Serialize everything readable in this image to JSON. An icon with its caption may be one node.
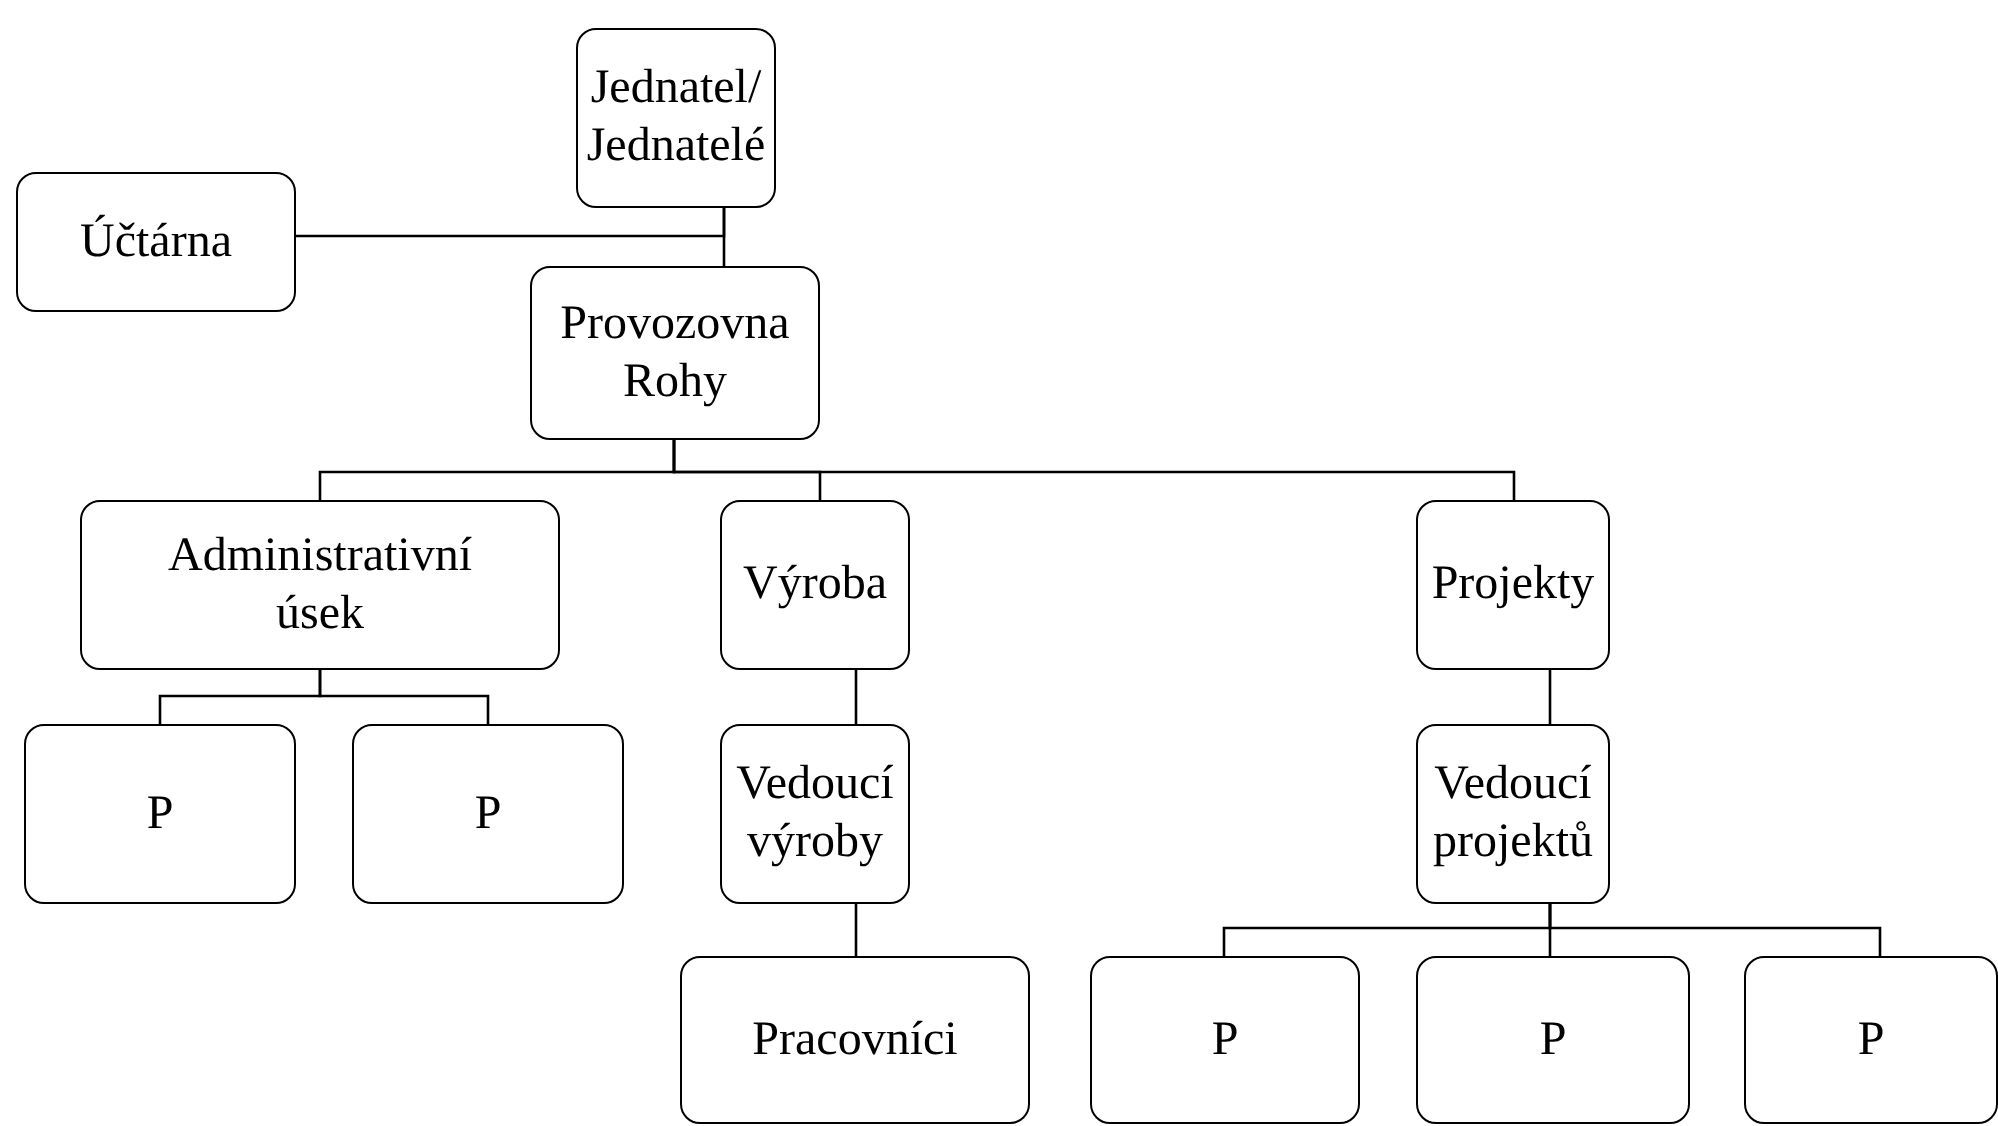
{
  "diagram": {
    "nodes": [
      {
        "text": [
          "Jednatel/ Jednatelé"
        ]
      },
      {
        "text": [
          "Účtárna"
        ]
      },
      {
        "text": [
          "Provozovna Rohy"
        ]
      },
      {
        "text": [
          "Administrativní úsek"
        ]
      },
      {
        "text": [
          "Výroba"
        ]
      },
      {
        "text": [
          "Projekty"
        ]
      },
      {
        "text": [
          "P"
        ]
      },
      {
        "text": [
          "P"
        ]
      },
      {
        "text": [
          "Vedoucí výroby"
        ]
      },
      {
        "text": [
          "Vedoucí projektů"
        ]
      },
      {
        "text": [
          "Pracovníci"
        ]
      },
      {
        "text": [
          "P"
        ]
      },
      {
        "text": [
          "P"
        ]
      },
      {
        "text": [
          "P"
        ]
      }
    ],
    "edges": [
      {
        "from": 0,
        "to": 1,
        "arrow": "none"
      },
      {
        "from": 0,
        "to": 2,
        "arrow": "none"
      },
      {
        "from": 2,
        "to": 3,
        "arrow": "none"
      },
      {
        "from": 2,
        "to": 4,
        "arrow": "none"
      },
      {
        "from": 2,
        "to": 5,
        "arrow": "none"
      },
      {
        "from": 3,
        "to": 6,
        "arrow": "none"
      },
      {
        "from": 3,
        "to": 7,
        "arrow": "none"
      },
      {
        "from": 4,
        "to": 8,
        "arrow": "none"
      },
      {
        "from": 5,
        "to": 9,
        "arrow": "none"
      },
      {
        "from": 8,
        "to": 10,
        "arrow": "none"
      },
      {
        "from": 9,
        "to": 11,
        "arrow": "none"
      },
      {
        "from": 9,
        "to": 12,
        "arrow": "none"
      },
      {
        "from": 9,
        "to": 13,
        "arrow": "none"
      }
    ]
  }
}
